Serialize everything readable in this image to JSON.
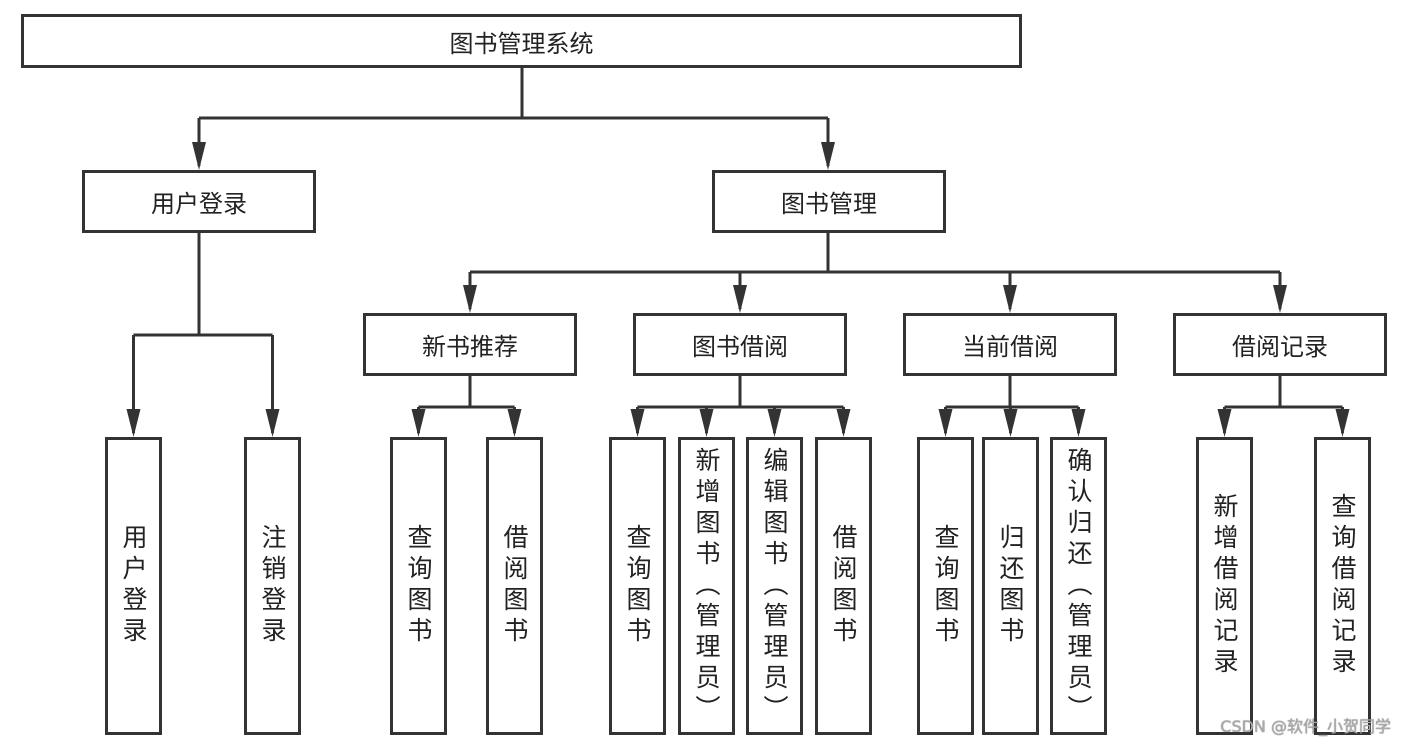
{
  "root": {
    "label": "图书管理系统"
  },
  "modules": [
    {
      "label": "用户登录",
      "children": [
        "用户登录",
        "注销登录"
      ]
    },
    {
      "label": "图书管理",
      "children": [
        {
          "label": "新书推荐",
          "children": [
            "查询图书",
            "借阅图书"
          ]
        },
        {
          "label": "图书借阅",
          "children": [
            "查询图书",
            "新增图书（管理员）",
            "编辑图书（管理员）",
            "借阅图书"
          ]
        },
        {
          "label": "当前借阅",
          "children": [
            "查询图书",
            "归还图书",
            "确认归还（管理员）"
          ]
        },
        {
          "label": "借阅记录",
          "children": [
            "新增借阅记录",
            "查询借阅记录"
          ]
        }
      ]
    }
  ],
  "watermark": "CSDN @软件_小贺同学",
  "colors": {
    "stroke": "#333333",
    "background": "#ffffff"
  }
}
